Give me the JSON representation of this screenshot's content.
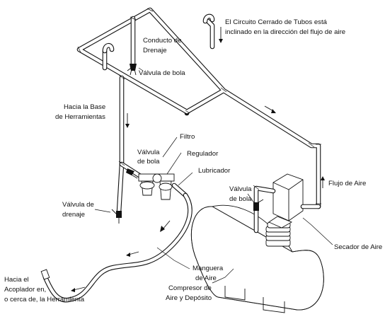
{
  "labels": {
    "circuit_line1": "El Circuito Cerrado de Tubos está",
    "circuit_line2": "inclinado en la dirección del flujo de aire",
    "drain_conduit_line1": "Conducto de",
    "drain_conduit_line2": "Drenaje",
    "ball_valve_top": "Válvula de bola",
    "tool_base_line1": "Hacia la Base",
    "tool_base_line2": "de Herramientas",
    "filter": "Filtro",
    "ball_valve_mid_line1": "Válvula",
    "ball_valve_mid_line2": "de bola",
    "regulator": "Regulador",
    "lubricator": "Lubricador",
    "drain_valve_line1": "Válvula de",
    "drain_valve_line2": "drenaje",
    "ball_valve_right_line1": "Válvula",
    "ball_valve_right_line2": "de bola",
    "air_flow": "Flujo de Aire",
    "air_dryer": "Secador de Aire",
    "air_hose_line1": "Manguera",
    "air_hose_line2": "de Aire",
    "compressor_line1": "Compresor de",
    "compressor_line2": "Aire y Depósito",
    "coupler_line1": "Hacia el",
    "coupler_line2": "Acoplador en,",
    "coupler_line3": "o cerca de, la Herramienta"
  }
}
